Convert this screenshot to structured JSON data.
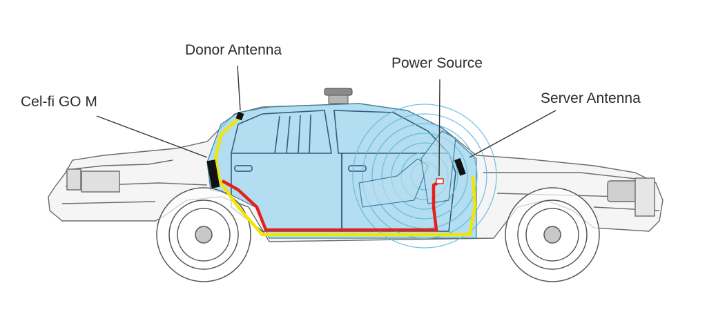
{
  "labels": {
    "donor_antenna": "Donor Antenna",
    "power_source": "Power Source",
    "cel_fi": "Cel-fi GO M",
    "server_antenna": "Server Antenna"
  },
  "colors": {
    "cable_yellow": "#f2e600",
    "cable_red": "#e3221b",
    "cabin_tint": "#8fd0ec",
    "outline": "#5a5a5a",
    "label_text": "#2b2b2b"
  },
  "icons": {
    "vehicle": "police-sedan-xray",
    "signal": "concentric-signal-waves"
  }
}
